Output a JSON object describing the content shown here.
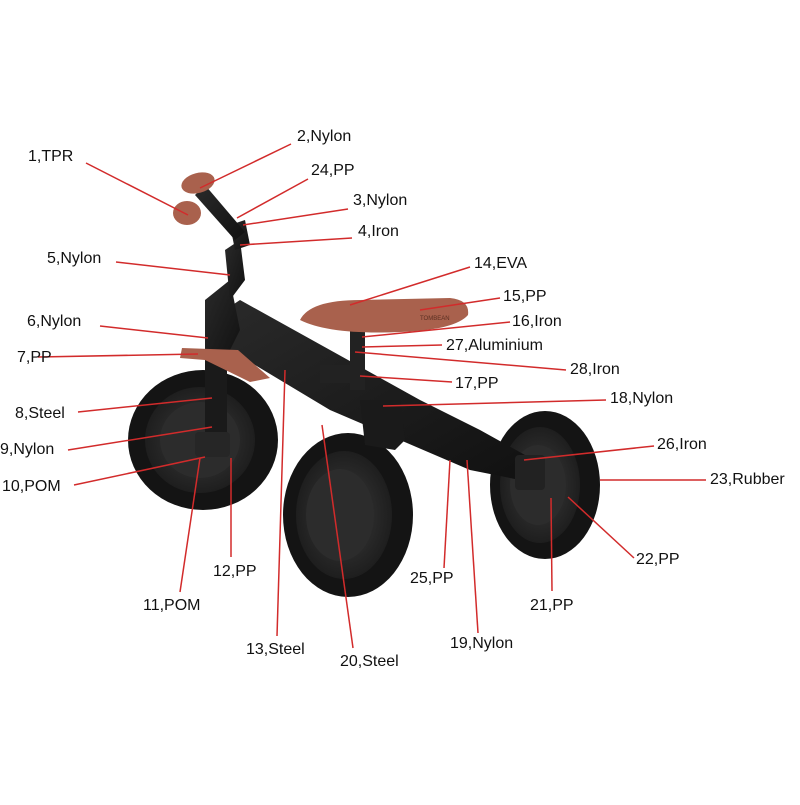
{
  "labels": [
    {
      "id": "1",
      "text": "1,TPR"
    },
    {
      "id": "2",
      "text": "2,Nylon"
    },
    {
      "id": "24",
      "text": "24,PP"
    },
    {
      "id": "3",
      "text": "3,Nylon"
    },
    {
      "id": "4",
      "text": "4,Iron"
    },
    {
      "id": "5",
      "text": "5,Nylon"
    },
    {
      "id": "14",
      "text": "14,EVA"
    },
    {
      "id": "15",
      "text": "15,PP"
    },
    {
      "id": "6",
      "text": "6,Nylon"
    },
    {
      "id": "16",
      "text": "16,Iron"
    },
    {
      "id": "27",
      "text": "27,Aluminium"
    },
    {
      "id": "7",
      "text": "7,PP"
    },
    {
      "id": "28",
      "text": "28,Iron"
    },
    {
      "id": "17",
      "text": "17,PP"
    },
    {
      "id": "18",
      "text": "18,Nylon"
    },
    {
      "id": "8",
      "text": "8,Steel"
    },
    {
      "id": "9",
      "text": "9,Nylon"
    },
    {
      "id": "26",
      "text": "26,Iron"
    },
    {
      "id": "23",
      "text": "23,Rubber"
    },
    {
      "id": "10",
      "text": "10,POM"
    },
    {
      "id": "22",
      "text": "22,PP"
    },
    {
      "id": "12",
      "text": "12,PP"
    },
    {
      "id": "25",
      "text": "25,PP"
    },
    {
      "id": "21",
      "text": "21,PP"
    },
    {
      "id": "11",
      "text": "11,POM"
    },
    {
      "id": "13",
      "text": "13,Steel"
    },
    {
      "id": "20",
      "text": "20,Steel"
    },
    {
      "id": "19",
      "text": "19,Nylon"
    }
  ],
  "colors": {
    "leader": "#d22b2b",
    "frame": "#1c1c1c",
    "tire": "#141414",
    "accent": "#a9614d",
    "text": "#111111"
  },
  "logo_text": "TOMBEAN"
}
